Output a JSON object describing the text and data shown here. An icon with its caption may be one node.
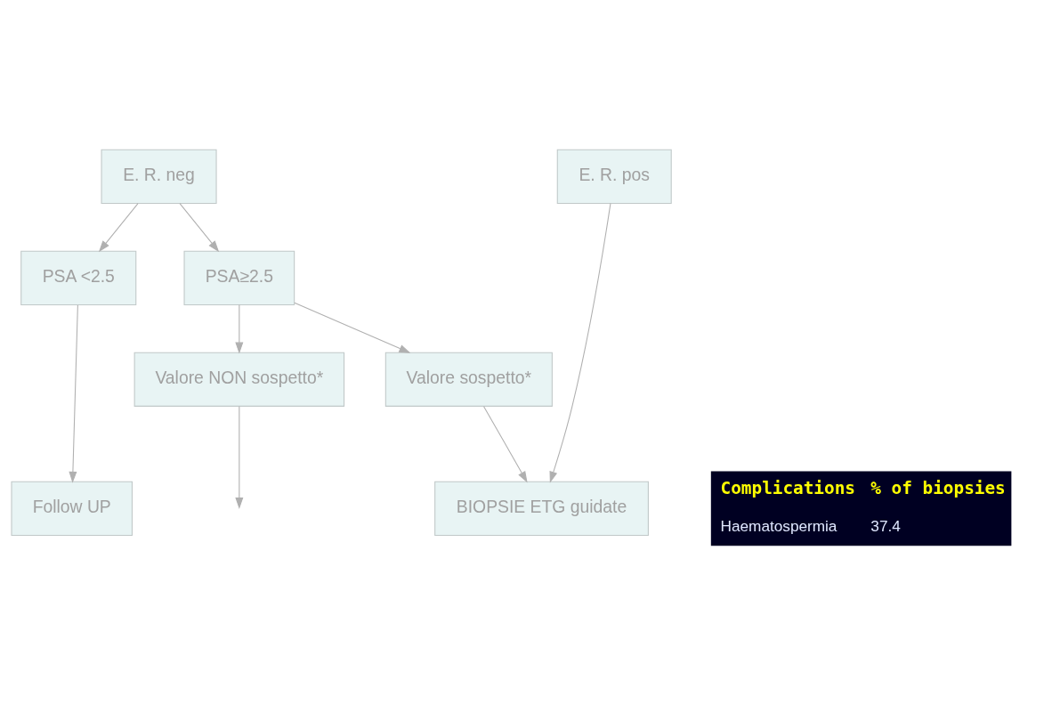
{
  "diagram": {
    "nodes": [
      {
        "text": [
          "E. R. neg"
        ]
      },
      {
        "text": [
          "E. R. pos"
        ]
      },
      {
        "text": [
          "PSA <2.5"
        ]
      },
      {
        "text": [
          "PSA≥2.5"
        ]
      },
      {
        "text": [
          "Valore NON sospetto*"
        ]
      },
      {
        "text": [
          "Valore sospetto*"
        ]
      },
      {
        "text": [
          "Follow UP"
        ]
      },
      {
        "text": [
          "BIOPSIE ETG guidate"
        ]
      }
    ],
    "edges": [
      {
        "from": 0,
        "to": 2,
        "arrow": "to"
      },
      {
        "from": 0,
        "to": 3,
        "arrow": "to"
      },
      {
        "from": 3,
        "to": 4,
        "arrow": "to"
      },
      {
        "from": 3,
        "to": 5,
        "arrow": "to"
      },
      {
        "from": 2,
        "to": 6,
        "arrow": "to"
      },
      {
        "from": 4,
        "to": null,
        "arrow": "to"
      },
      {
        "from": 5,
        "to": 7,
        "arrow": "to"
      },
      {
        "from": 1,
        "to": 7,
        "arrow": "to"
      }
    ],
    "labels": [
      "Complications",
      "% of biopsies",
      "Haematospermia",
      "37.4"
    ]
  }
}
